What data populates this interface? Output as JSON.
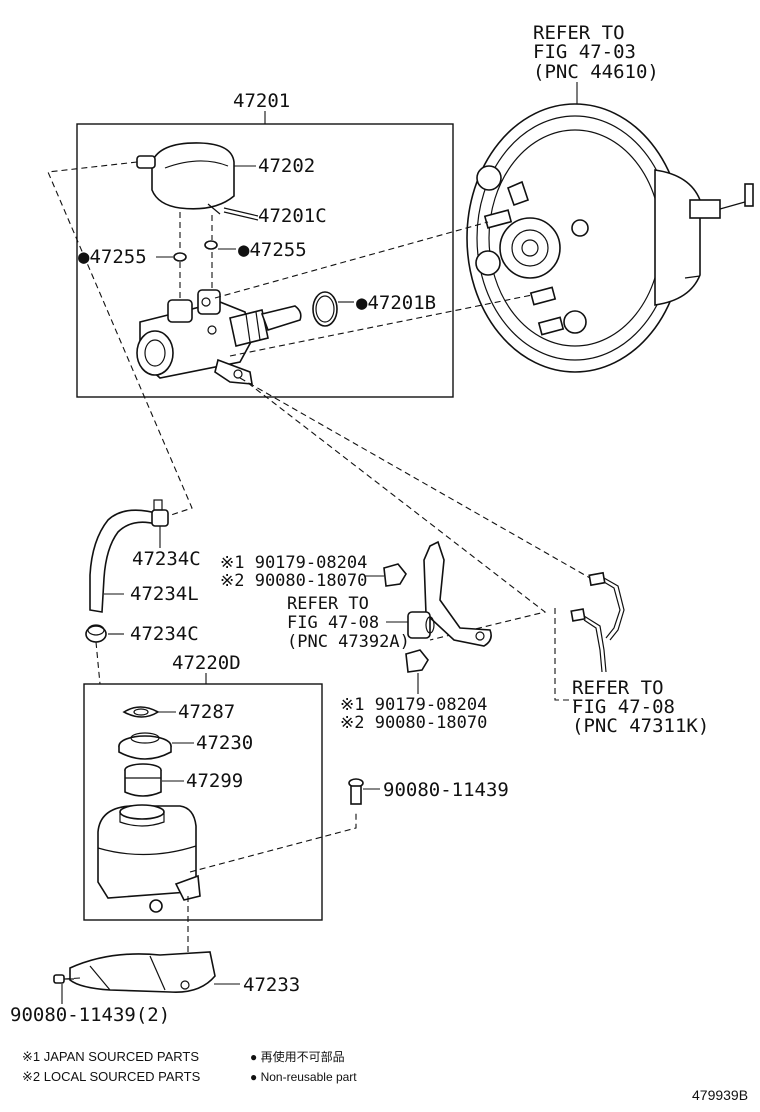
{
  "labels": {
    "refer_top_1": "REFER TO",
    "refer_top_2": "FIG 47-03",
    "refer_top_3": "(PNC 44610)",
    "p47201": "47201",
    "p47202": "47202",
    "p47201c": "47201C",
    "p47255_left": "●47255",
    "p47255_right": "●47255",
    "p47201b": "●47201B",
    "p47234c_top": "47234C",
    "p47234l": "47234L",
    "p47234c_bottom": "47234C",
    "p47220d": "47220D",
    "p47287": "47287",
    "p47230": "47230",
    "p47299": "47299",
    "p47233": "47233",
    "bolt_a_1": "※1 90179-08204",
    "bolt_a_2": "※2 90080-18070",
    "refer_mid_1": "REFER TO",
    "refer_mid_2": "FIG 47-08",
    "refer_mid_3": "(PNC 47392A)",
    "bolt_b_1": "※1 90179-08204",
    "bolt_b_2": "※2 90080-18070",
    "refer_right_1": "REFER TO",
    "refer_right_2": "FIG 47-08",
    "refer_right_3": "(PNC 47311K)",
    "bolt_c": "90080-11439",
    "bolt_d": "90080-11439(2)",
    "legend_1": "※1 JAPAN SOURCED PARTS",
    "legend_2": "※2 LOCAL SOURCED PARTS",
    "legend_3": "● 再使用不可部品",
    "legend_4": "● Non-reusable part",
    "fig_number": "479939B"
  }
}
